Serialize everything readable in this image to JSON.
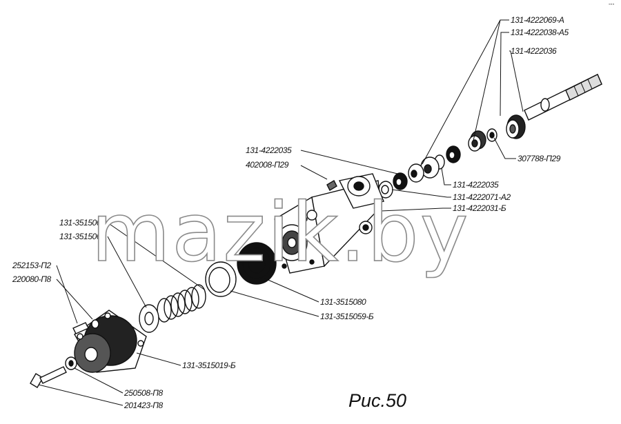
{
  "caption": "Рис.50",
  "watermark": "mazik.by",
  "corner_mark": "°°°",
  "labels": {
    "l1": "131-4222069-А",
    "l2": "131-4222038-А5",
    "l3": "131-4222036",
    "l4": "307788-П29",
    "l5": "131-4222035",
    "l6": "402008-П29",
    "l7": "131-4222035",
    "l8": "131-4222071-А2",
    "l9": "131-4222031-Б",
    "l10": "131-3515061",
    "l11": "131-3515063",
    "l12": "252153-П2",
    "l13": "220080-П8",
    "l14": "131-3515080",
    "l15": "131-3515059-Б",
    "l16": "131-3515019-Б",
    "l17": "250508-П8",
    "l18": "201423-П8"
  },
  "colors": {
    "ink": "#111111",
    "paper": "#ffffff",
    "watermark_outline": "#8a8a8a"
  }
}
